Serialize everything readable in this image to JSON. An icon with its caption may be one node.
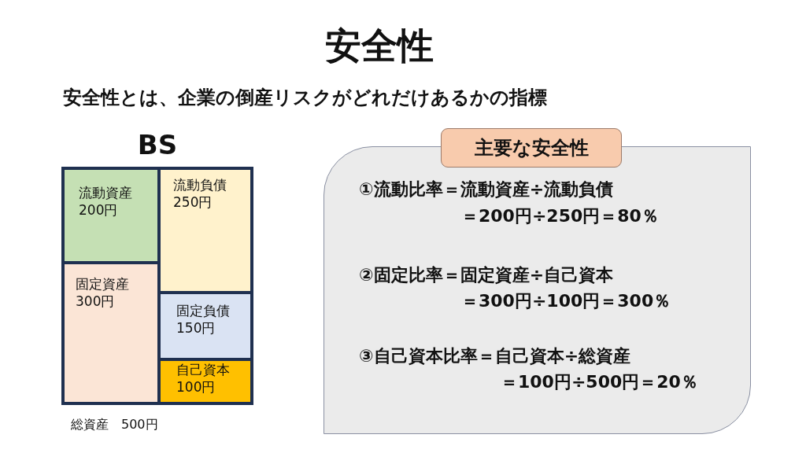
{
  "diagram": {
    "title": "安全性",
    "nodes": [
      {
        "text": [
          "BS"
        ],
        "beside": [
          "総資産　500円"
        ]
      },
      {
        "text": [
          "流動資産",
          "200円"
        ],
        "in": 0
      },
      {
        "text": [
          "流動負債",
          "250円"
        ],
        "in": 0
      },
      {
        "text": [
          "固定資産",
          "300円"
        ],
        "in": 0
      },
      {
        "text": [
          "固定負債",
          "150円"
        ],
        "in": 0
      },
      {
        "text": [
          "自己資本",
          "100円"
        ],
        "in": 0
      },
      {
        "text": [
          "①流動比率＝流動資産÷流動負債",
          "＝200円÷250円＝80％",
          "②固定比率＝固定資産÷自己資本",
          "＝300円÷100円＝300％",
          "③自己資本比率＝自己資本÷総資産",
          "＝100円÷500円＝20％"
        ]
      },
      {
        "text": [
          "主要な安全性"
        ]
      }
    ],
    "edges": [],
    "labels": [
      "安全性とは、企業の倒産リスクがどれだけあるかの指標"
    ]
  }
}
